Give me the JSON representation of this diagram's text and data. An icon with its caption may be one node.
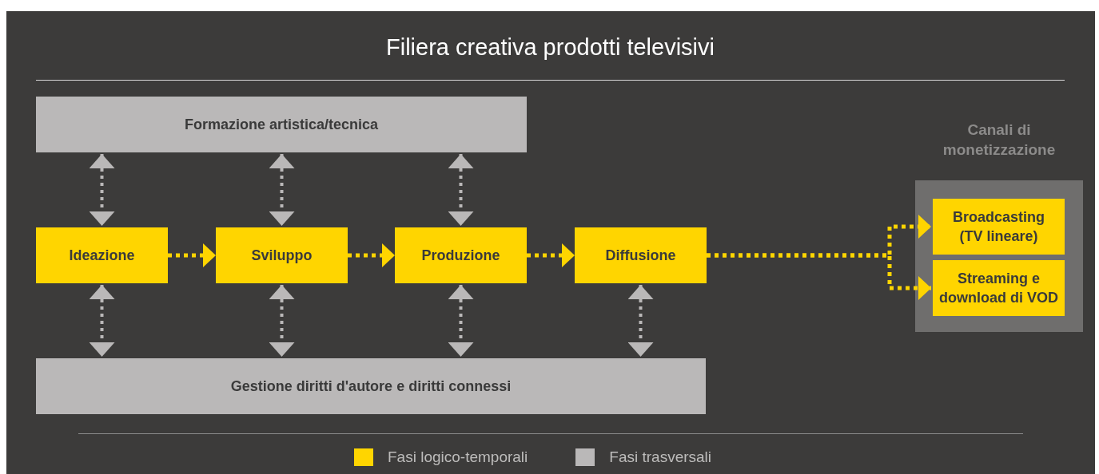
{
  "diagram": {
    "title": "Filiera creativa prodotti televisivi",
    "nodes": [
      {
        "text": [
          "Formazione artistica/tecnica"
        ]
      },
      {
        "text": [
          "Ideazione"
        ]
      },
      {
        "text": [
          "Sviluppo"
        ]
      },
      {
        "text": [
          "Produzione"
        ]
      },
      {
        "text": [
          "Diffusione"
        ]
      },
      {
        "text": [
          "Gestione diritti d'autore e diritti connessi"
        ]
      },
      {
        "text": [
          "Canali di monetizzazione"
        ]
      },
      {
        "text": [
          "Broadcasting (TV lineare)"
        ],
        "in": 6
      },
      {
        "text": [
          "Streaming e download di VOD"
        ],
        "in": 6
      }
    ],
    "edges": [
      {
        "from": 0,
        "to": 1,
        "arrow": "both"
      },
      {
        "from": 0,
        "to": 2,
        "arrow": "both"
      },
      {
        "from": 0,
        "to": 3,
        "arrow": "both"
      },
      {
        "from": 1,
        "to": 2,
        "arrow": "to",
        "color": "#ffd500"
      },
      {
        "from": 2,
        "to": 3,
        "arrow": "to",
        "color": "#ffd500"
      },
      {
        "from": 3,
        "to": 4,
        "arrow": "to",
        "color": "#ffd500"
      },
      {
        "from": 1,
        "to": 5,
        "arrow": "both"
      },
      {
        "from": 2,
        "to": 5,
        "arrow": "both"
      },
      {
        "from": 3,
        "to": 5,
        "arrow": "both"
      },
      {
        "from": 4,
        "to": 5,
        "arrow": "both"
      },
      {
        "from": 4,
        "to": 7,
        "arrow": "to",
        "color": "#ffd500"
      },
      {
        "from": 4,
        "to": 8,
        "arrow": "to",
        "color": "#ffd500"
      }
    ],
    "legend": [
      {
        "text": "Fasi logico-temporali",
        "color": "#ffd500"
      },
      {
        "text": "Fasi trasversali",
        "color": "#bab8b8"
      }
    ]
  }
}
